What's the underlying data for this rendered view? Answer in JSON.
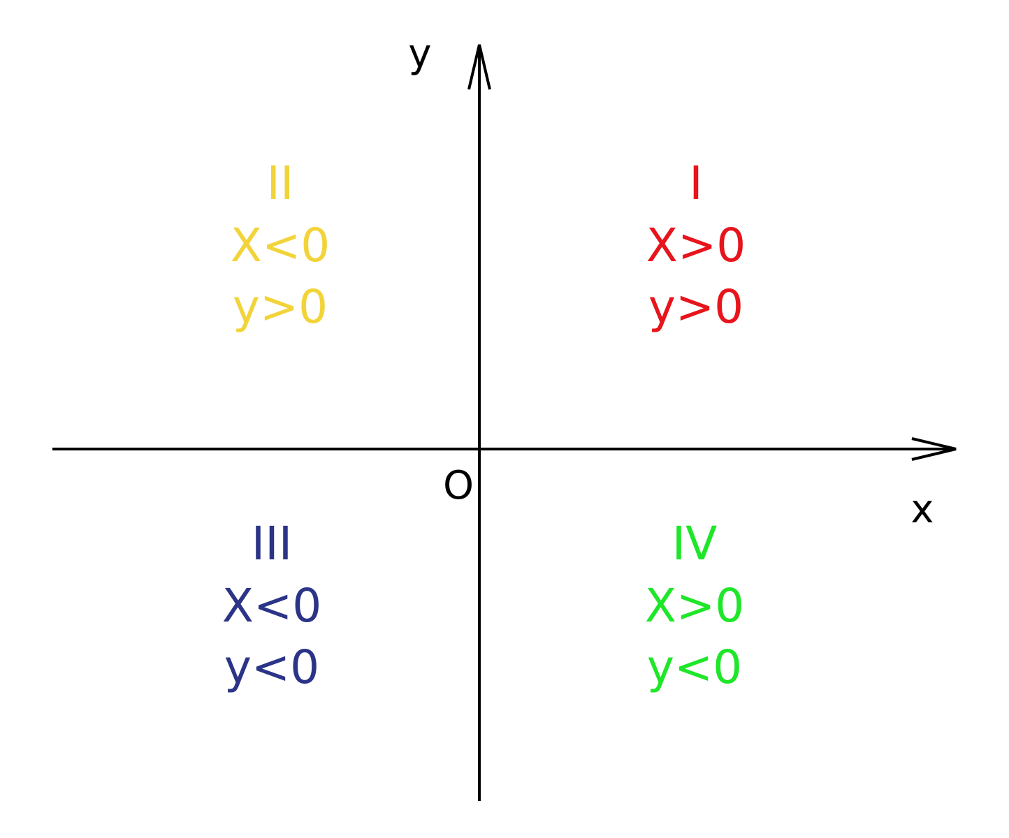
{
  "axes": {
    "x_label": "x",
    "y_label": "y",
    "origin_label": "O",
    "color": "#000000"
  },
  "quadrants": [
    {
      "id": "I",
      "numeral": "I",
      "x_condition": "X>0",
      "y_condition": "y>0",
      "color": "#e8141c"
    },
    {
      "id": "II",
      "numeral": "II",
      "x_condition": "X<0",
      "y_condition": "y>0",
      "color": "#f2d43a"
    },
    {
      "id": "III",
      "numeral": "III",
      "x_condition": "X<0",
      "y_condition": "y<0",
      "color": "#2b3486"
    },
    {
      "id": "IV",
      "numeral": "IV",
      "x_condition": "X>0",
      "y_condition": "y<0",
      "color": "#1ee628"
    }
  ]
}
